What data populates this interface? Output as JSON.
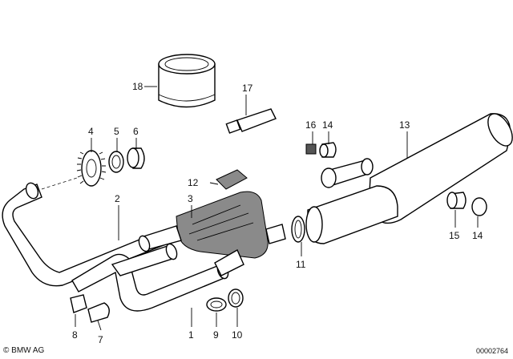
{
  "parts": {
    "p1": "1",
    "p2": "2",
    "p3": "3",
    "p4": "4",
    "p5": "5",
    "p6": "6",
    "p7": "7",
    "p8": "8",
    "p9": "9",
    "p10": "10",
    "p11": "11",
    "p12": "12",
    "p13": "13",
    "p14a": "14",
    "p14b": "14",
    "p15": "15",
    "p16": "16",
    "p17": "17",
    "p18": "18"
  },
  "footer": {
    "copyright": "BMW AG",
    "copyright_symbol": "©",
    "drawing_number": "00002764"
  }
}
